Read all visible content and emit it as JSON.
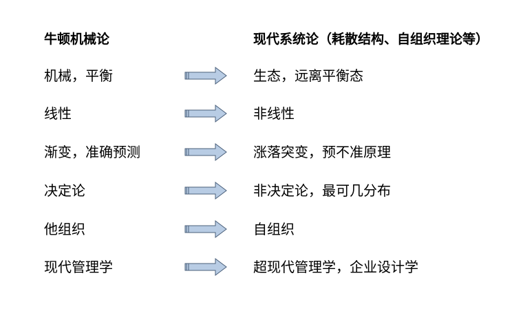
{
  "header": {
    "left": "牛顿机械论",
    "right": "现代系统论（耗散结构、自组织理论等）"
  },
  "rows": [
    {
      "left": "机械，平衡",
      "right": "生态，远离平衡态"
    },
    {
      "left": "线性",
      "right": "非线性"
    },
    {
      "left": "渐变，准确预测",
      "right": "涨落突变，预不准原理"
    },
    {
      "left": "决定论",
      "right": "非决定论，最可几分布"
    },
    {
      "left": "他组织",
      "right": "自组织"
    },
    {
      "left": "现代管理学",
      "right": "超现代管理学，企业设计学"
    }
  ],
  "colors": {
    "arrow_fill": "#b8cce4",
    "arrow_stroke": "#4a5f7a"
  }
}
